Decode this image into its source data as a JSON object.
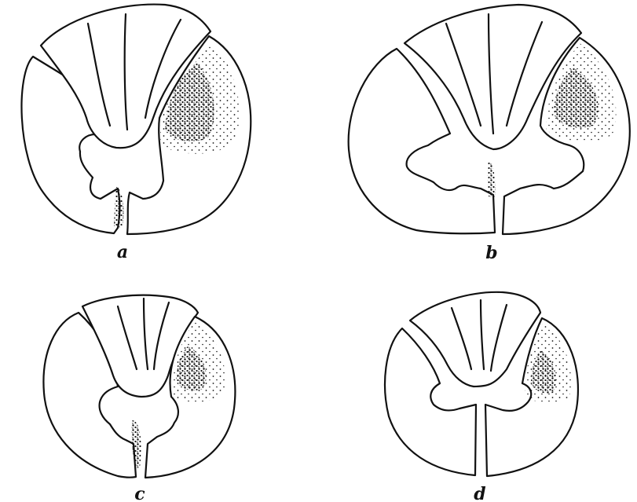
{
  "panels": [
    {
      "id": "a",
      "label": "a"
    },
    {
      "id": "b",
      "label": "b"
    },
    {
      "id": "c",
      "label": "c"
    },
    {
      "id": "d",
      "label": "d"
    }
  ],
  "colors": {
    "ink": "#111111",
    "background": "#ffffff",
    "stipple": "#1a1a1a"
  }
}
